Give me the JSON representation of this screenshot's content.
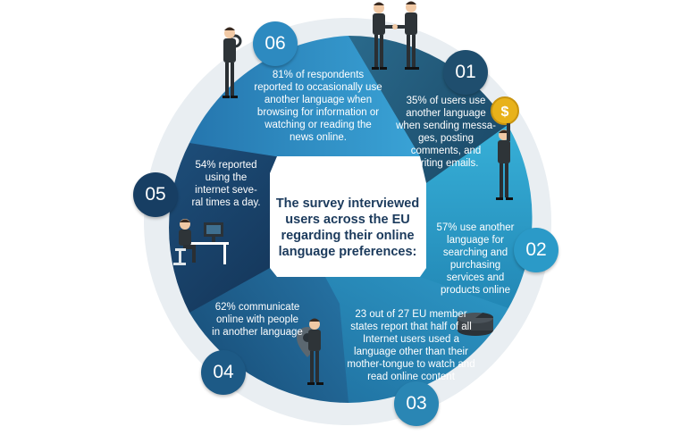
{
  "center": {
    "text": "The survey interviewed\nusers across the EU\nregarding their online\nlanguage preferences:"
  },
  "segments": [
    {
      "number": "01",
      "text": "35% of users use\nanother language\nwhen sending messa-\nges, posting\ncomments, and\nwriting emails."
    },
    {
      "number": "02",
      "text": "57% use another\nlanguage for\nsearching and\npurchasing\nservices and\nproducts online"
    },
    {
      "number": "03",
      "text": "23 out of 27 EU member\nstates report that half of all\nInternet users used a\nlanguage other than their\nmother-tongue to watch and\nread online content"
    },
    {
      "number": "04",
      "text": "62% communicate\nonline with people\nin another language"
    },
    {
      "number": "05",
      "text": "54% reported\nusing the\ninternet seve-\nral times a day."
    },
    {
      "number": "06",
      "text": "81% of respondents\nreported to occasionally use\nanother language when\nbrowsing for information or\nwatching or reading the\nnews online."
    }
  ],
  "colors": {
    "seg1": "#1f4e6e",
    "seg2": "#2b9ac8",
    "seg3": "#2a86b4",
    "seg4": "#1d5a86",
    "seg5": "#173e63",
    "seg6": "#2d8ac0",
    "center_text": "#1b3a5c",
    "coin": "#e8b21a"
  },
  "icons": [
    "handshake-figures-icon",
    "coin-figure-icon",
    "pie-chart-icon",
    "map-pin-figure-icon",
    "desk-computer-figure-icon",
    "magnifier-figure-icon"
  ]
}
